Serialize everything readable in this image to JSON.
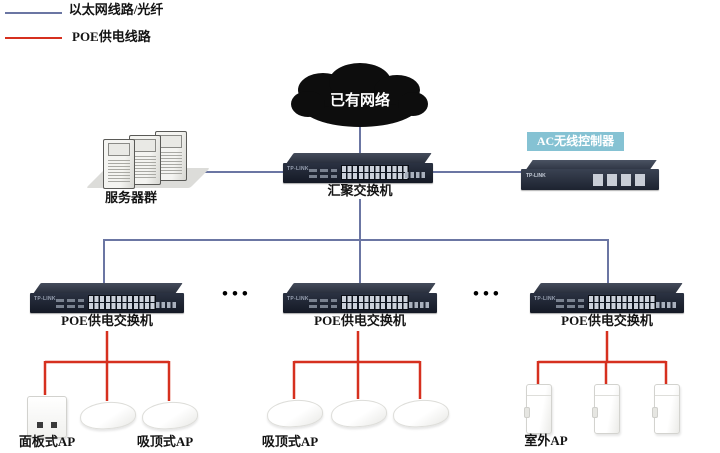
{
  "colors": {
    "ethernet_line": "#6b76a3",
    "poe_line": "#d6301f",
    "cloud_fill": "#0d0d0d",
    "ac_tag_bg": "#85c2d3",
    "switch_body": "#1d2330"
  },
  "legend": {
    "ethernet_label": "以太网线路/光纤",
    "poe_label": "POE供电线路"
  },
  "cloud": {
    "label": "已有网络"
  },
  "servers": {
    "label": "服务器群"
  },
  "core_switch": {
    "label": "汇聚交换机"
  },
  "ac_controller": {
    "label": "AC无线控制器"
  },
  "devices": {
    "brand": "TP-LINK"
  },
  "poe_switches": [
    {
      "label": "POE供电交换机"
    },
    {
      "label": "POE供电交换机"
    },
    {
      "label": "POE供电交换机"
    }
  ],
  "ellipsis": "•••",
  "aps": {
    "panel_label": "面板式AP",
    "ceiling_left_label": "吸顶式AP",
    "ceiling_mid_label": "吸顶式AP",
    "outdoor_label": "室外AP"
  }
}
